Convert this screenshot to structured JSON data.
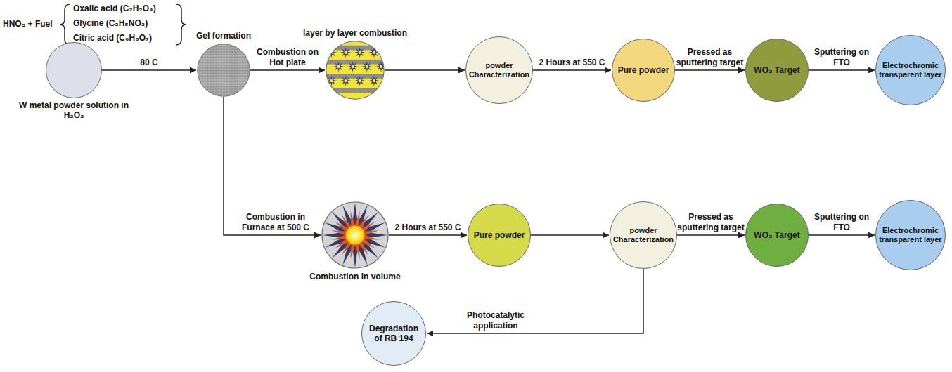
{
  "diagram": {
    "nodes": [
      {
        "text": [
          "W metal powder solution in H₂O₂"
        ]
      },
      {
        "text": [
          "Gel formation"
        ]
      },
      {
        "text": [
          "layer by layer combustion"
        ]
      },
      {
        "text": [
          "powder Characterization"
        ]
      },
      {
        "text": [
          "Pure powder"
        ]
      },
      {
        "text": [
          "WO₃ Target"
        ]
      },
      {
        "text": [
          "Electrochromic transparent layer"
        ]
      },
      {
        "text": [
          "Combustion in volume"
        ]
      },
      {
        "text": [
          "Pure powder"
        ]
      },
      {
        "text": [
          "powder Characterization"
        ]
      },
      {
        "text": [
          "WO₃ Target"
        ]
      },
      {
        "text": [
          "Electrochromic transparent layer"
        ]
      },
      {
        "text": [
          "Degradation of RB 194"
        ]
      }
    ],
    "edges": [
      {
        "from": 0,
        "to": 1,
        "arrow": "to",
        "label": "80 C"
      },
      {
        "from": 1,
        "to": 2,
        "arrow": "to",
        "label": "Combustion on Hot plate"
      },
      {
        "from": 2,
        "to": 3,
        "arrow": "to"
      },
      {
        "from": 3,
        "to": 4,
        "arrow": "to",
        "label": "2 Hours at 550 C"
      },
      {
        "from": 4,
        "to": 5,
        "arrow": "to",
        "label": "Pressed as sputtering target"
      },
      {
        "from": 5,
        "to": 6,
        "arrow": "to",
        "label": "Sputtering on FTO"
      },
      {
        "from": 1,
        "to": 7,
        "arrow": "to",
        "label": "Combustion in Furnace at 500 C"
      },
      {
        "from": 7,
        "to": 8,
        "arrow": "to",
        "label": "2 Hours at 550 C"
      },
      {
        "from": 8,
        "to": 9,
        "arrow": "to"
      },
      {
        "from": 9,
        "to": 10,
        "arrow": "to",
        "label": "Pressed as sputtering target"
      },
      {
        "from": 10,
        "to": 11,
        "arrow": "to",
        "label": "Sputtering on FTO"
      },
      {
        "from": 9,
        "to": 12,
        "arrow": "to",
        "label": "Photocatalytic application"
      }
    ],
    "labels": [
      "HNO₃ + Fuel",
      "Oxalic acid (C₂H₂O₄)",
      "Glycine (C₂H₅NO₂)",
      "Citric acid (C₆H₈O₇)"
    ]
  }
}
